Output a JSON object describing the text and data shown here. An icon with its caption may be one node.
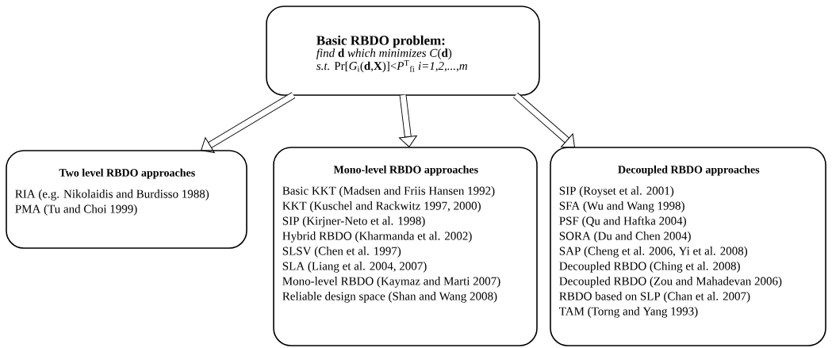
{
  "diagram": {
    "nodes": [
      {
        "text": [
          "Basic RBDO problem:",
          "*find* **d** *which minimizes C*(**d**)",
          "*s.t.*  Pr[*G*$_{i}$(**d**,**X**)]<*P*$^{T}$$_{fi}$   *i=1,2,...,m*"
        ]
      },
      {
        "text": [
          "Two level RBDO approaches",
          "RIA (e.g. Nikolaidis and Burdisso 1988)",
          "PMA (Tu and Choi 1999)"
        ]
      },
      {
        "text": [
          "Mono-level RBDO approaches",
          "Basic KKT (Madsen and Friis Hansen 1992)",
          "KKT (Kuschel and Rackwitz 1997, 2000)",
          "SIP (Kirjner-Neto et al. 1998)",
          "Hybrid RBDO (Kharmanda et al. 2002)",
          "SLSV (Chen et al. 1997)",
          "SLA (Liang et al. 2004, 2007)",
          "Mono-level RBDO (Kaymaz and Marti 2007)",
          "Reliable design space (Shan and Wang 2008)"
        ]
      },
      {
        "text": [
          "Decoupled RBDO approaches",
          "SIP (Royset et al. 2001)",
          "SFA (Wu and Wang 1998)",
          "PSF (Qu and Haftka 2004)",
          "SORA (Du and Chen 2004)",
          "SAP (Cheng et al. 2006, Yi et al. 2008)",
          "Decoupled RBDO (Ching et al. 2008)",
          "Decoupled RBDO (Zou and Mahadevan 2006)",
          "RBDO based on SLP (Chan et al. 2007)",
          "TAM (Torng and Yang 1993)"
        ]
      }
    ],
    "edges": [
      {
        "from": 0,
        "to": 1,
        "arrow": "to"
      },
      {
        "from": 0,
        "to": 2,
        "arrow": "to"
      },
      {
        "from": 0,
        "to": 3,
        "arrow": "to"
      }
    ]
  }
}
